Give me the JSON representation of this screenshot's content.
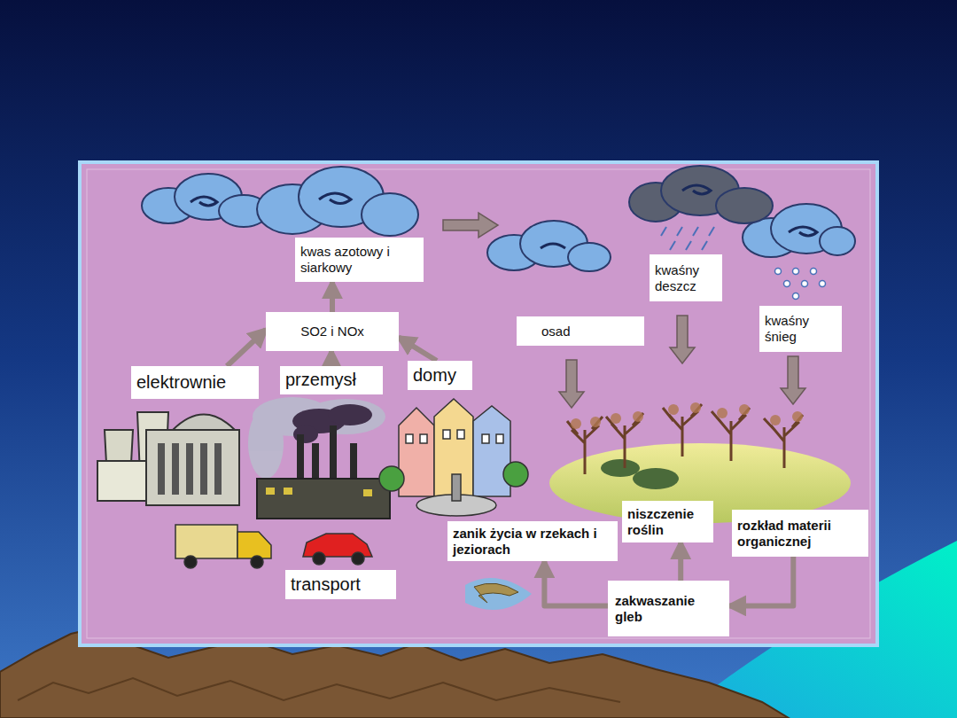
{
  "diagram": {
    "nodes": [
      {
        "text": [
          "kwas azotowy i siarkowy"
        ]
      },
      {
        "text": [
          "SO2 i NOx"
        ]
      },
      {
        "text": [
          "elektrownie"
        ]
      },
      {
        "text": [
          "przemysł"
        ]
      },
      {
        "text": [
          "domy"
        ]
      },
      {
        "text": [
          "transport"
        ]
      },
      {
        "text": [
          "osad"
        ]
      },
      {
        "text": [
          "kwaśny deszcz"
        ]
      },
      {
        "text": [
          "kwaśny śnieg"
        ]
      },
      {
        "text": [
          "niszczenie roślin"
        ]
      },
      {
        "text": [
          "rozkład materii organicznej"
        ]
      },
      {
        "text": [
          "zanik życia w rzekach i jeziorach"
        ]
      },
      {
        "text": [
          "zakwaszanie gleb"
        ]
      }
    ],
    "edges": [
      {
        "from": 2,
        "to": 1,
        "arrow": "to"
      },
      {
        "from": 3,
        "to": 1,
        "arrow": "to"
      },
      {
        "from": 4,
        "to": 1,
        "arrow": "to"
      },
      {
        "from": 1,
        "to": 0,
        "arrow": "to"
      },
      {
        "from": 10,
        "to": 12,
        "arrow": "to"
      },
      {
        "from": 12,
        "to": 9,
        "arrow": "to"
      },
      {
        "from": 12,
        "to": 11,
        "arrow": "to"
      }
    ]
  }
}
